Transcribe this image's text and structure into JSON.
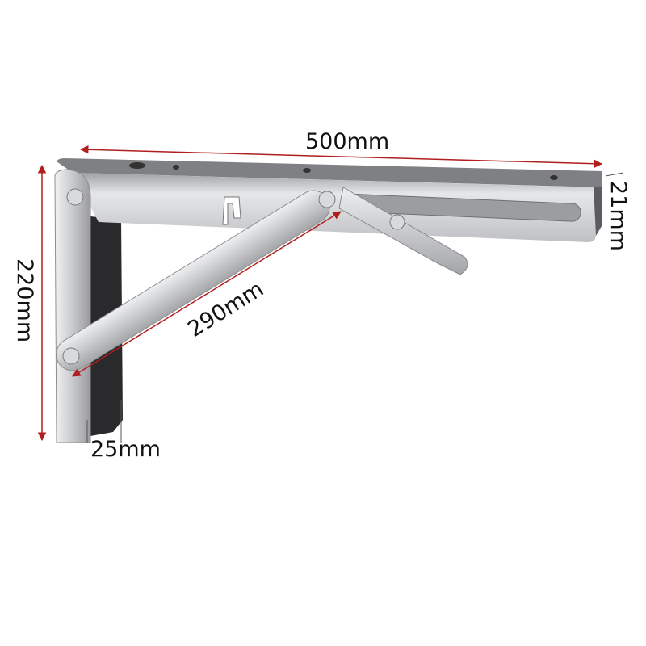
{
  "dimensions": {
    "length": "500mm",
    "height": "220mm",
    "arm": "290mm",
    "thickness": "21mm",
    "width": "25mm"
  },
  "colors": {
    "dimension_line": "#b01e1e",
    "steel_light": "#e4e4e6",
    "steel_mid": "#b9babd",
    "steel_dark": "#8d8e91",
    "back_plate": "#2a2a2c"
  }
}
